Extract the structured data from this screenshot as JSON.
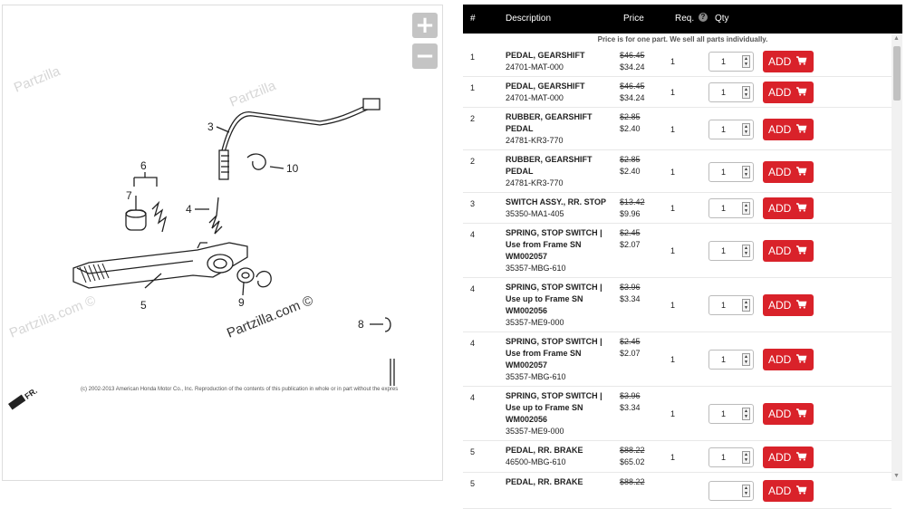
{
  "diagram": {
    "zoom_in_label": "+",
    "zoom_out_label": "−",
    "callouts": [
      "3",
      "10",
      "6",
      "7",
      "4",
      "5",
      "9",
      "8"
    ],
    "copyright": "(c) 2002-2013 American Honda Motor Co., Inc. Reproduction of the contents of this publication in whole or in part without the expres",
    "watermarks": [
      "Partzilla",
      "Partzilla.com ©",
      "Partzilla.com ©",
      "Partzilla"
    ],
    "fr_label": "FR."
  },
  "table": {
    "headers": {
      "num": "#",
      "description": "Description",
      "price": "Price",
      "req": "Req.",
      "req_help": "?",
      "qty": "Qty"
    },
    "notice": "Price is for one part. We sell all parts individually.",
    "add_label": "ADD",
    "rows": [
      {
        "num": "1",
        "name": "PEDAL, GEARSHIFT",
        "part": "24701-MAT-000",
        "old": "$46.45",
        "price": "$34.24",
        "req": "1",
        "qty": "1"
      },
      {
        "num": "1",
        "name": "PEDAL, GEARSHIFT",
        "part": "24701-MAT-000",
        "old": "$46.45",
        "price": "$34.24",
        "req": "1",
        "qty": "1"
      },
      {
        "num": "2",
        "name": "RUBBER, GEARSHIFT PEDAL",
        "part": "24781-KR3-770",
        "old": "$2.85",
        "price": "$2.40",
        "req": "1",
        "qty": "1"
      },
      {
        "num": "2",
        "name": "RUBBER, GEARSHIFT PEDAL",
        "part": "24781-KR3-770",
        "old": "$2.85",
        "price": "$2.40",
        "req": "1",
        "qty": "1"
      },
      {
        "num": "3",
        "name": "SWITCH ASSY., RR. STOP",
        "part": "35350-MA1-405",
        "old": "$13.42",
        "price": "$9.96",
        "req": "1",
        "qty": "1"
      },
      {
        "num": "4",
        "name": "SPRING, STOP SWITCH | Use from Frame SN WM002057",
        "part": "35357-MBG-610",
        "old": "$2.45",
        "price": "$2.07",
        "req": "1",
        "qty": "1"
      },
      {
        "num": "4",
        "name": "SPRING, STOP SWITCH | Use up to Frame SN WM002056",
        "part": "35357-ME9-000",
        "old": "$3.96",
        "price": "$3.34",
        "req": "1",
        "qty": "1"
      },
      {
        "num": "4",
        "name": "SPRING, STOP SWITCH | Use from Frame SN WM002057",
        "part": "35357-MBG-610",
        "old": "$2.45",
        "price": "$2.07",
        "req": "1",
        "qty": "1"
      },
      {
        "num": "4",
        "name": "SPRING, STOP SWITCH | Use up to Frame SN WM002056",
        "part": "35357-ME9-000",
        "old": "$3.96",
        "price": "$3.34",
        "req": "1",
        "qty": "1"
      },
      {
        "num": "5",
        "name": "PEDAL, RR. BRAKE",
        "part": "46500-MBG-610",
        "old": "$88.22",
        "price": "$65.02",
        "req": "1",
        "qty": "1"
      },
      {
        "num": "5",
        "name": "PEDAL, RR. BRAKE",
        "part": "",
        "old": "$88.22",
        "price": "",
        "req": "",
        "qty": ""
      }
    ]
  },
  "colors": {
    "accent": "#d9222a",
    "header_bg": "#000000"
  }
}
